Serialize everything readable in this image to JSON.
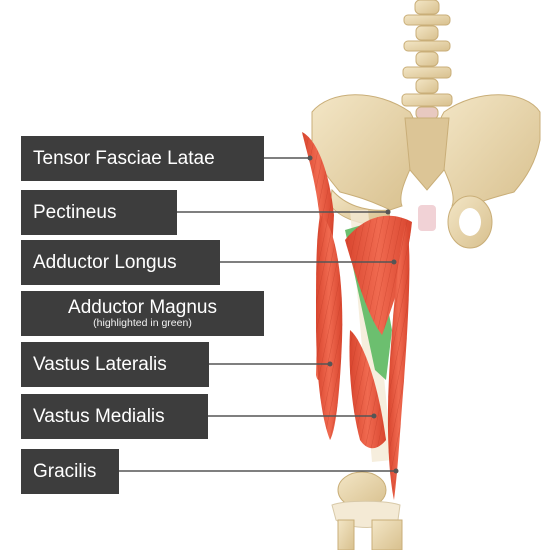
{
  "labels": [
    {
      "id": "tensor-fasciae-latae",
      "text": "Tensor Fasciae Latae"
    },
    {
      "id": "pectineus",
      "text": "Pectineus"
    },
    {
      "id": "adductor-longus",
      "text": "Adductor Longus"
    },
    {
      "id": "adductor-magnus",
      "text": "Adductor Magnus",
      "note": "(highlighted in green)"
    },
    {
      "id": "vastus-lateralis",
      "text": "Vastus Lateralis"
    },
    {
      "id": "vastus-medialis",
      "text": "Vastus Medialis"
    },
    {
      "id": "gracilis",
      "text": "Gracilis"
    }
  ],
  "colors": {
    "label_bg": "#3d3d3d",
    "label_text": "#ffffff",
    "bone": "#ead9b3",
    "muscle": "#e8573e",
    "highlight": "#6cbf6f",
    "leader_line": "#555555"
  }
}
